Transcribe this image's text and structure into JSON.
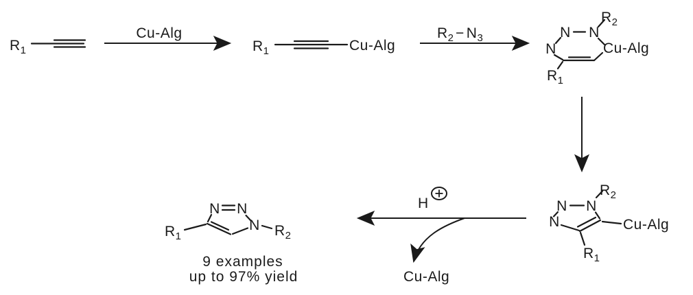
{
  "page": {
    "background": "#ffffff"
  },
  "scheme": {
    "ink": "#1a1a1a",
    "type": "reaction-scheme",
    "labels": {
      "R": "R",
      "sub1": "1",
      "sub2": "2",
      "sub3": "3",
      "N": "N",
      "CuAlg": "Cu-Alg",
      "H": "H",
      "plus": "+",
      "dash": "−"
    },
    "caption": {
      "examples": "9 examples",
      "yield": "up to 97% yield"
    }
  }
}
